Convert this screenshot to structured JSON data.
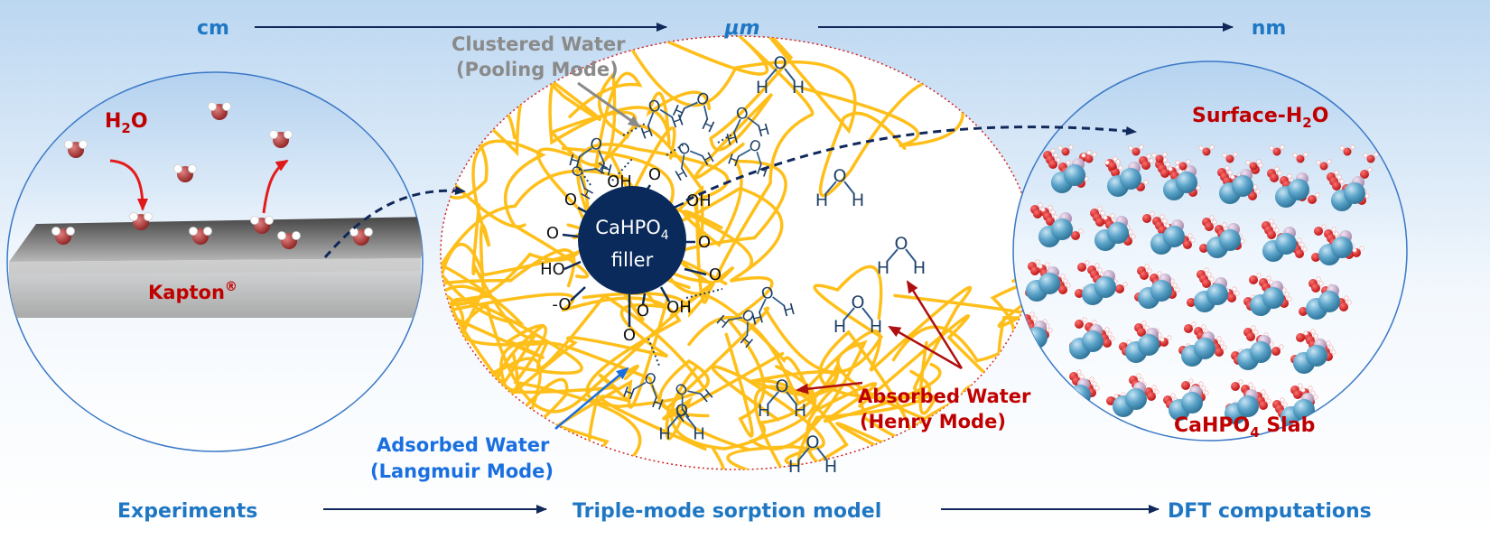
{
  "colors": {
    "scale_blue": "#1f77c4",
    "label_red": "#c00000",
    "label_gray": "#8a8a8a",
    "langmuir_blue": "#1a6fe0",
    "polymer_gold": "#ffbf1a",
    "filler_navy": "#0b2a5c",
    "water_red": "#b03434",
    "oxygen_red": "#d51919",
    "ca_blue": "#5aa3c9"
  },
  "scale": {
    "cm": "cm",
    "um": "μm",
    "nm": "nm"
  },
  "left_panel": {
    "h2o_prefix": "H",
    "h2o_sub": "2",
    "h2o_suffix": "O",
    "kapton": "Kapton",
    "kapton_mark": "®"
  },
  "middle_panel": {
    "clustered_line1": "Clustered Water",
    "clustered_line2": "(Pooling Mode)",
    "filler_line1_prefix": "CaHPO",
    "filler_line1_sub": "4",
    "filler_line2": "filler",
    "group_labels": [
      "OH",
      "O",
      "OH",
      "O",
      "O",
      "O",
      "HO",
      "-O",
      "OH",
      "O",
      "O",
      "O"
    ],
    "atom_h": "H",
    "atom_o": "O",
    "absorbed_line1": "Absorbed Water",
    "absorbed_line2": "(Henry Mode)",
    "adsorbed_line1": "Adsorbed Water",
    "adsorbed_line2": "(Langmuir Mode)"
  },
  "right_panel": {
    "surface_prefix": "Surface-H",
    "surface_sub": "2",
    "surface_suffix": "O",
    "slab_prefix": "CaHPO",
    "slab_sub": "4",
    "slab_suffix": " Slab"
  },
  "bottom": {
    "experiments": "Experiments",
    "model": "Triple-mode sorption model",
    "dft": "DFT computations"
  }
}
